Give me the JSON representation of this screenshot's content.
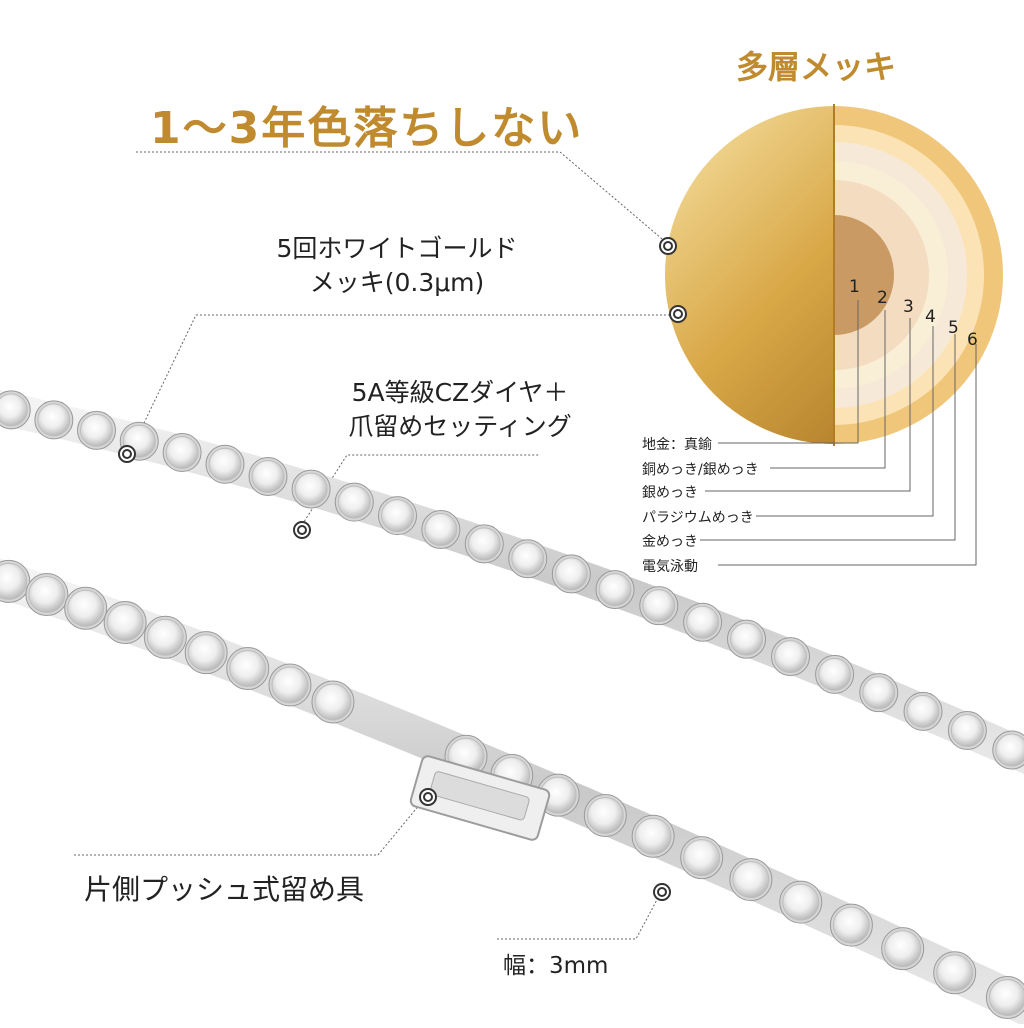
{
  "headline": "1〜3年色落ちしない",
  "plating_title": "多層メッキ",
  "white_gold": {
    "line1": "5回ホワイトゴールド",
    "line2": "メッキ(0.3μm)"
  },
  "cz_setting": {
    "line1": "5A等級CZダイヤ＋",
    "line2": "爪留めセッティング"
  },
  "clasp_label": "片側プッシュ式留め具",
  "width_label": "幅：3mm",
  "layers": [
    {
      "number": "1",
      "label": "地金：真鍮"
    },
    {
      "number": "2",
      "label": "銅めっき/銀めっき"
    },
    {
      "number": "3",
      "label": "銀めっき"
    },
    {
      "number": "4",
      "label": "パラジウムめっき"
    },
    {
      "number": "5",
      "label": "金めっき"
    },
    {
      "number": "6",
      "label": "電気泳動"
    }
  ],
  "colors": {
    "accent_gold": "#c08a2e",
    "core_brown": "#c99a63",
    "layer_cream": "#f6e6c8",
    "outer_gold": "#f0c77a",
    "silver": "#dcdcdc"
  }
}
